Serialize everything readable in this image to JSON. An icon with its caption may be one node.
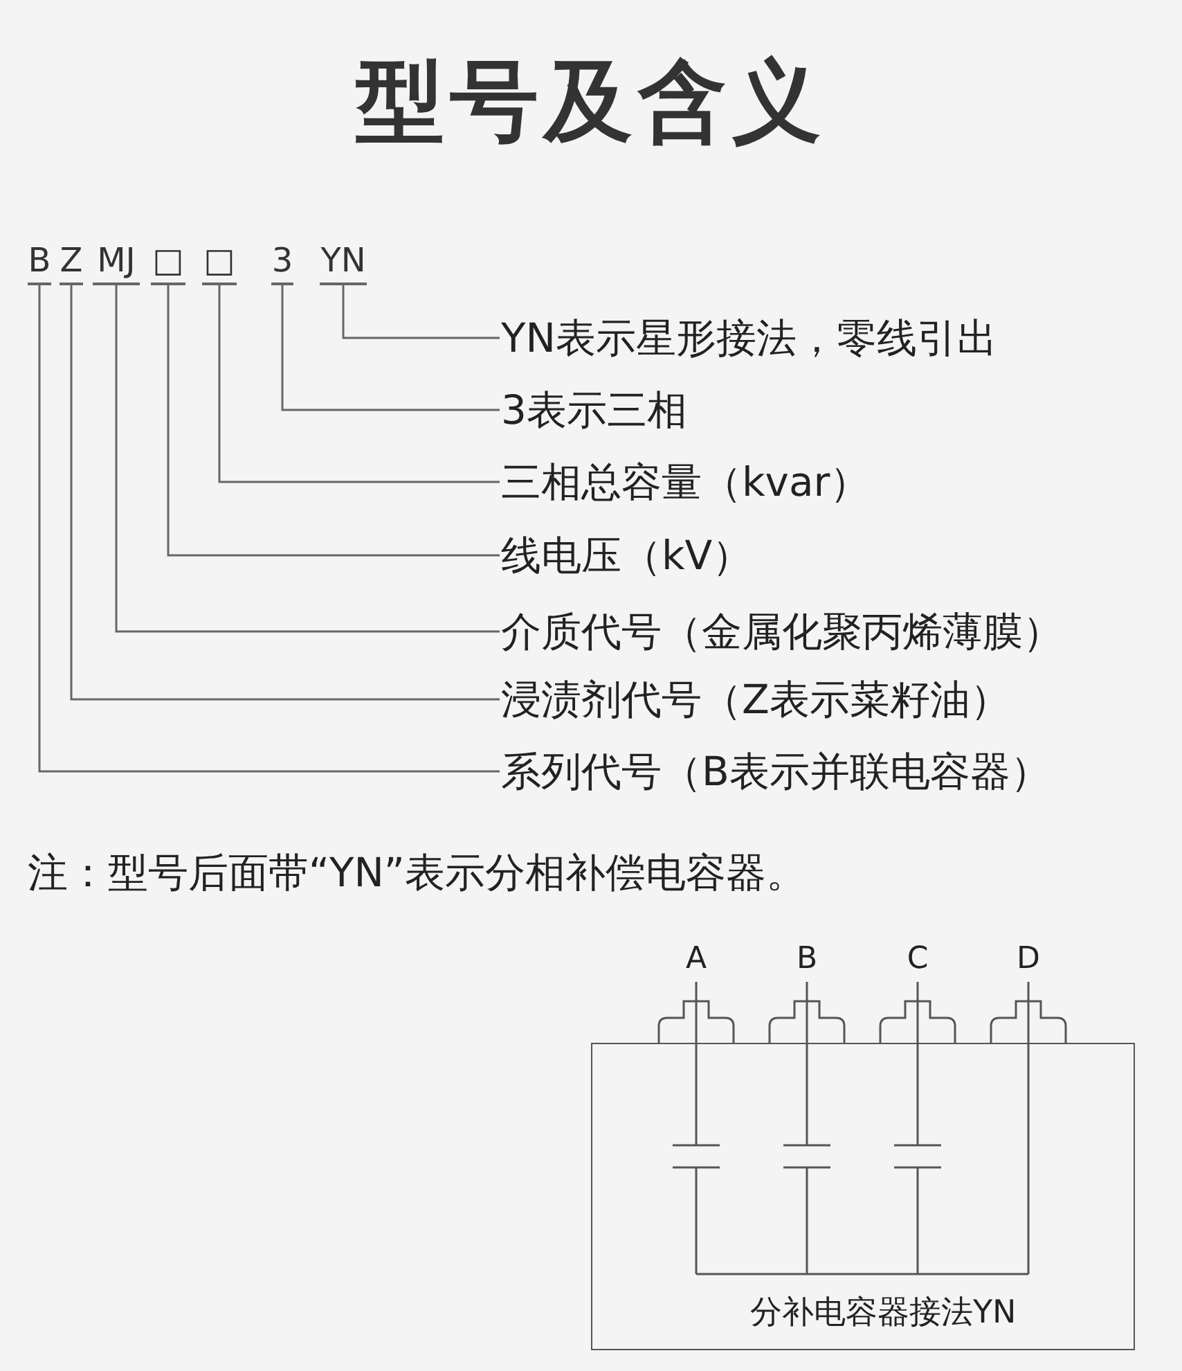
{
  "diagram": {
    "title": "型号及含义",
    "nodes": [
      {
        "text": [
          "B"
        ]
      },
      {
        "text": [
          "Z"
        ]
      },
      {
        "text": [
          "MJ"
        ]
      },
      {
        "text": [
          "□"
        ]
      },
      {
        "text": [
          "□"
        ]
      },
      {
        "text": [
          "3"
        ]
      },
      {
        "text": [
          "YN"
        ]
      },
      {
        "text": [
          "YN表示星形接法，零线引出"
        ]
      },
      {
        "text": [
          "3表示三相"
        ]
      },
      {
        "text": [
          "三相总容量（kvar）"
        ]
      },
      {
        "text": [
          "线电压（kV）"
        ]
      },
      {
        "text": [
          "介质代号（金属化聚丙烯薄膜）"
        ]
      },
      {
        "text": [
          "浸渍剂代号（Z表示菜籽油）"
        ]
      },
      {
        "text": [
          "系列代号（B表示并联电容器）"
        ]
      },
      {
        "text": [
          "分补电容器接法YN"
        ]
      }
    ],
    "edges": [
      {
        "from": 6,
        "to": 7,
        "arrow": "none"
      },
      {
        "from": 5,
        "to": 8,
        "arrow": "none"
      },
      {
        "from": 4,
        "to": 9,
        "arrow": "none"
      },
      {
        "from": 3,
        "to": 10,
        "arrow": "none"
      },
      {
        "from": 2,
        "to": 11,
        "arrow": "none"
      },
      {
        "from": 1,
        "to": 12,
        "arrow": "none"
      },
      {
        "from": 0,
        "to": 13,
        "arrow": "none"
      }
    ],
    "labels": [
      "注：型号后面带“YN”表示分相补偿电容器。",
      "A",
      "B",
      "C",
      "D"
    ]
  }
}
